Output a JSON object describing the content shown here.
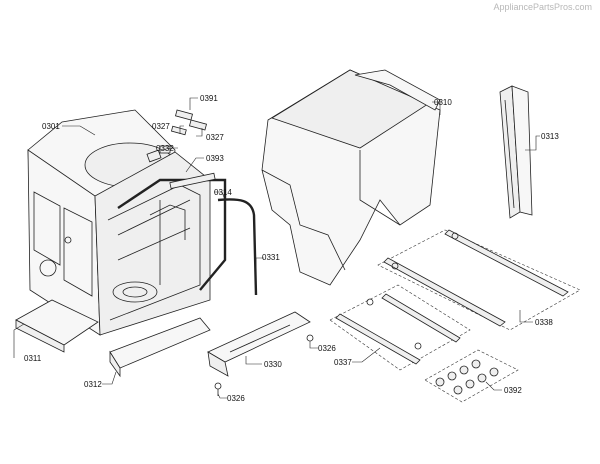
{
  "watermark": "AppliancePartsPros.com",
  "labels": {
    "p0301": "0301",
    "p0391": "0391",
    "p0327a": "0327",
    "p0327b": "0327",
    "p0332": "0332",
    "p0393": "0393",
    "p0314": "0314",
    "p0310": "0310",
    "p0313": "0313",
    "p0331": "0331",
    "p0311": "0311",
    "p0312": "0312",
    "p0330": "0330",
    "p0326a": "0326",
    "p0326b": "0326",
    "p0337": "0337",
    "p0338": "0338",
    "p0392": "0392"
  }
}
